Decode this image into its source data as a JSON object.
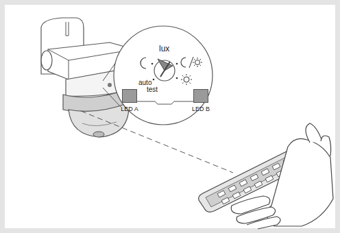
{
  "diagram": {
    "nodes": [
      {
        "text": [
          "LED A"
        ]
      },
      {
        "text": [
          "LED B"
        ]
      }
    ],
    "labels": [
      "lux",
      "auto",
      "test"
    ]
  }
}
